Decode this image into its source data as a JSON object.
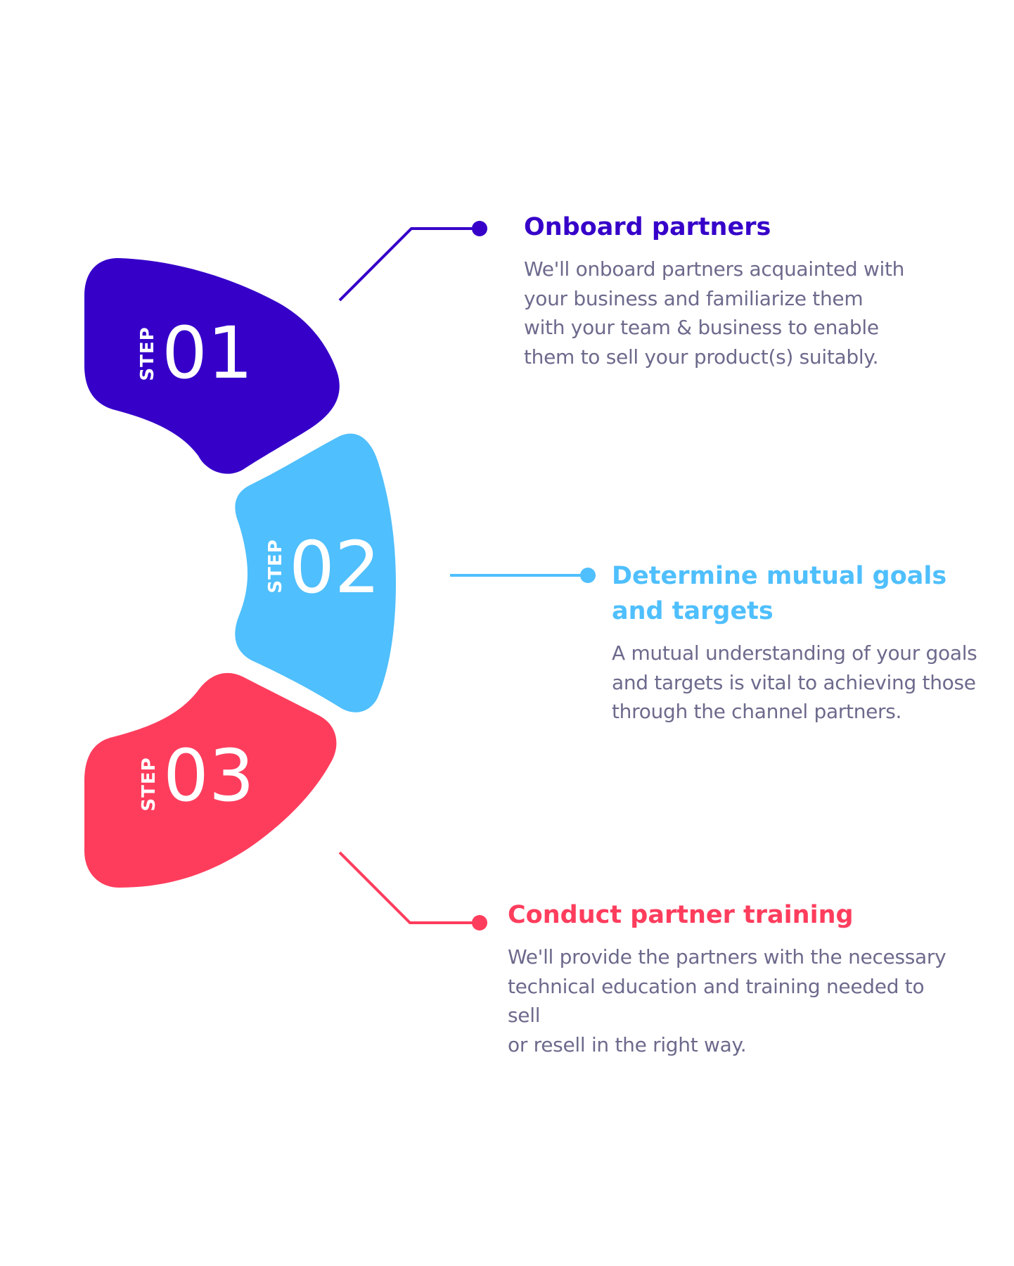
{
  "colors": {
    "step1": "#3600c9",
    "step2": "#4fbffd",
    "step3": "#fe3d5d",
    "description": "#6c6a8c",
    "background": "#ffffff"
  },
  "steps": [
    {
      "label": "STEP",
      "number": "01",
      "title": "Onboard partners",
      "description_lines": [
        "We'll onboard partners acquainted with",
        "your business and familiarize them",
        "with your team & business to enable",
        "them to sell your product(s) suitably."
      ]
    },
    {
      "label": "STEP",
      "number": "02",
      "title_lines": [
        "Determine mutual goals",
        "and targets"
      ],
      "description_lines": [
        "A mutual understanding of your goals",
        "and targets is vital to achieving those",
        "through the channel partners."
      ]
    },
    {
      "label": "STEP",
      "number": "03",
      "title": "Conduct partner training",
      "description_lines": [
        "We'll provide the partners with the necessary",
        "technical education and training needed to sell",
        "or resell in the right way."
      ]
    }
  ]
}
